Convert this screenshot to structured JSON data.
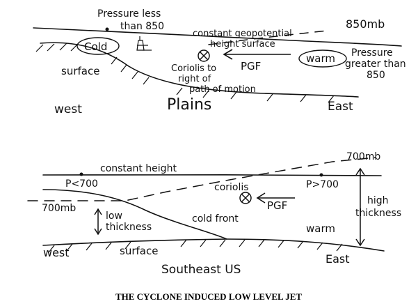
{
  "top_panel": {
    "pressure_low": [
      "Pressure less",
      "than 850"
    ],
    "level": "850mb",
    "surface_label": [
      "constant geopotential",
      "height surface"
    ],
    "cold": "Cold",
    "warm": "warm",
    "pressure_high": [
      "Pressure",
      "greater than",
      "850"
    ],
    "coriolis": [
      "Coriolis to",
      "right of",
      "path of motion"
    ],
    "pgf": "PGF",
    "surface": "surface",
    "west": "west",
    "plains": "Plains",
    "east": "East"
  },
  "bottom_panel": {
    "level_top": "700mb",
    "constant_height": "constant height",
    "p_low": "P<700",
    "coriolis": "coriolis",
    "p_high": "P>700",
    "pgf": "PGF",
    "level_left": "700mb",
    "low_thickness": [
      "low",
      "thickness"
    ],
    "cold_front": "cold front",
    "high_thickness": [
      "high",
      "thickness"
    ],
    "warm": "warm",
    "west": "west",
    "surface": "surface",
    "southeast": "Southeast US",
    "east": "East"
  },
  "caption": "THE CYCLONE INDUCED LOW LEVEL JET"
}
